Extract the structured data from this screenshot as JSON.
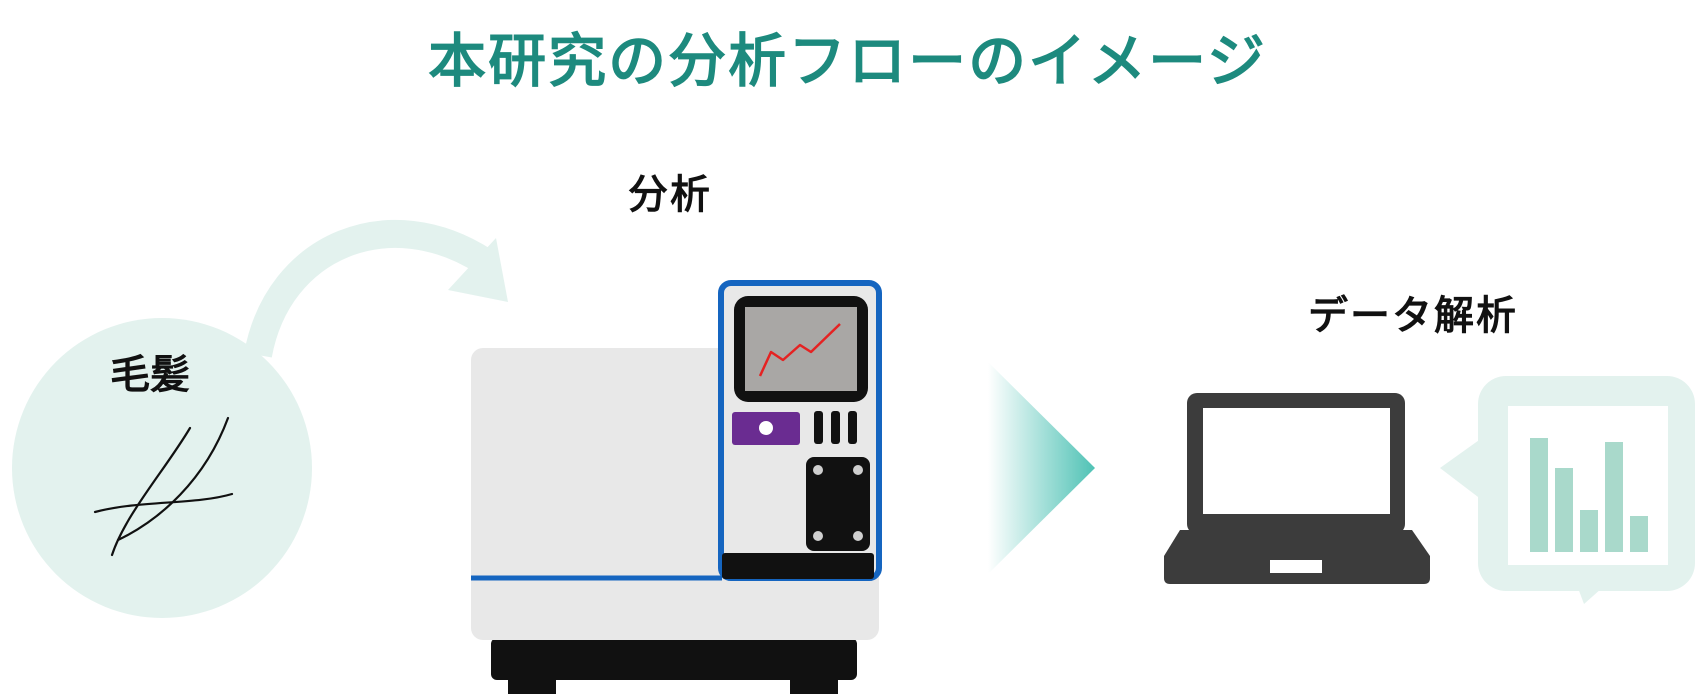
{
  "title": "本研究の分析フローのイメージ",
  "steps": {
    "hair": "毛髪",
    "analysis": "分析",
    "data_analysis": "データ解析"
  },
  "colors": {
    "title": "#1d8a7e",
    "pale_teal": "#e3f2ee",
    "arrow_teal": "#4fc2b5",
    "bar_teal": "#a9d9cb",
    "instrument_blue": "#1565c0",
    "instrument_purple": "#6a2c91",
    "graph_red": "#e52222",
    "laptop_dark": "#3c3c3c"
  }
}
